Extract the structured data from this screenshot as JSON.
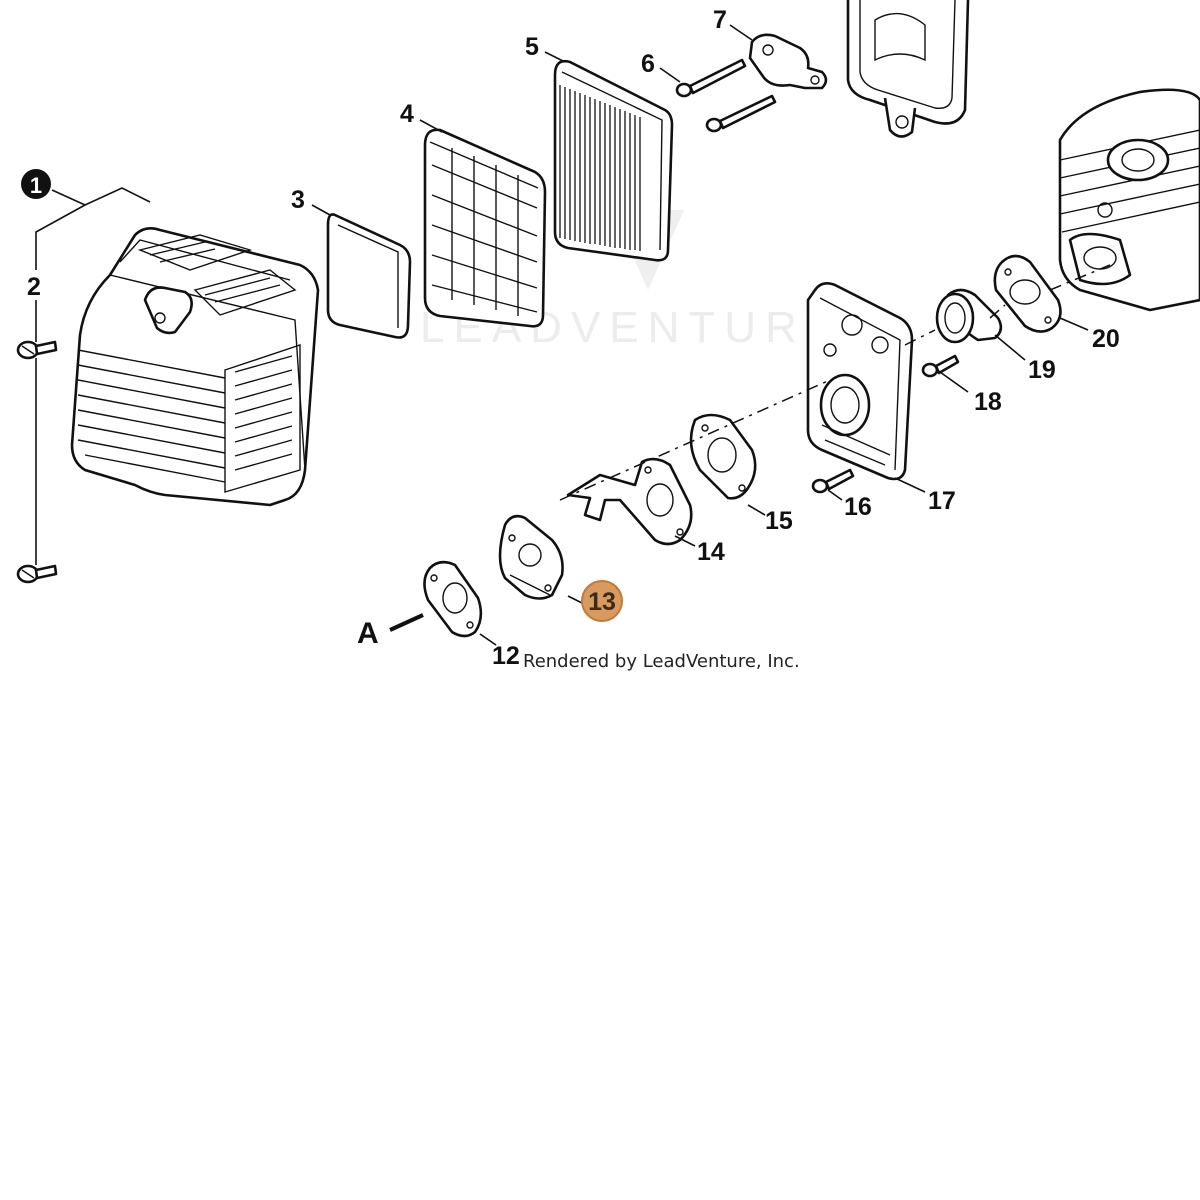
{
  "diagram": {
    "callouts": [
      {
        "id": "1",
        "text": "1",
        "style": "filled-circle"
      },
      {
        "id": "2",
        "text": "2"
      },
      {
        "id": "3",
        "text": "3"
      },
      {
        "id": "4",
        "text": "4"
      },
      {
        "id": "5",
        "text": "5"
      },
      {
        "id": "6",
        "text": "6"
      },
      {
        "id": "7",
        "text": "7"
      },
      {
        "id": "12",
        "text": "12"
      },
      {
        "id": "13",
        "text": "13",
        "style": "highlighted",
        "color": "#d89a5e"
      },
      {
        "id": "14",
        "text": "14"
      },
      {
        "id": "15",
        "text": "15"
      },
      {
        "id": "16",
        "text": "16"
      },
      {
        "id": "17",
        "text": "17"
      },
      {
        "id": "18",
        "text": "18"
      },
      {
        "id": "19",
        "text": "19"
      },
      {
        "id": "20",
        "text": "20"
      }
    ],
    "reference_letter": "A",
    "watermark": "LEADVENTURE",
    "credit": "Rendered by LeadVenture, Inc."
  },
  "colors": {
    "highlight_fill": "#d89a5e",
    "highlight_stroke": "#c07a3a",
    "line": "#111111",
    "watermark": "#ececec"
  }
}
